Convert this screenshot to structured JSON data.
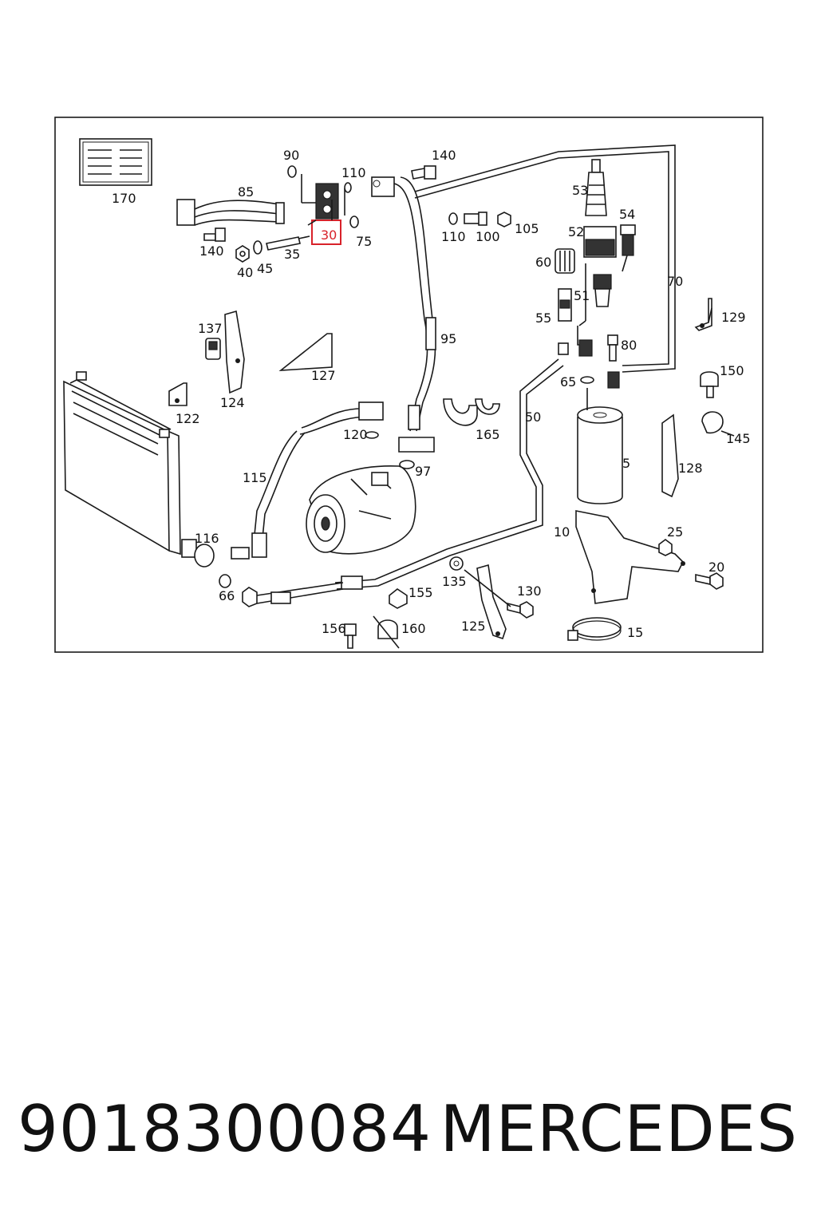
{
  "diagram": {
    "frame_color": "#1a1a1a",
    "highlight_color": "#d8222a",
    "highlight_label": "30",
    "labels": [
      "170",
      "90",
      "110",
      "140",
      "85",
      "140",
      "40",
      "45",
      "35",
      "30",
      "75",
      "110",
      "100",
      "105",
      "53",
      "54",
      "52",
      "60",
      "51",
      "55",
      "80",
      "70",
      "129",
      "137",
      "124",
      "127",
      "122",
      "95",
      "65",
      "150",
      "145",
      "50",
      "5",
      "128",
      "165",
      "120",
      "115",
      "97",
      "116",
      "66",
      "10",
      "25",
      "20",
      "135",
      "130",
      "155",
      "125",
      "156",
      "160",
      "15"
    ]
  },
  "footer": {
    "part_number": "9018300084",
    "brand": "MERCEDES"
  }
}
